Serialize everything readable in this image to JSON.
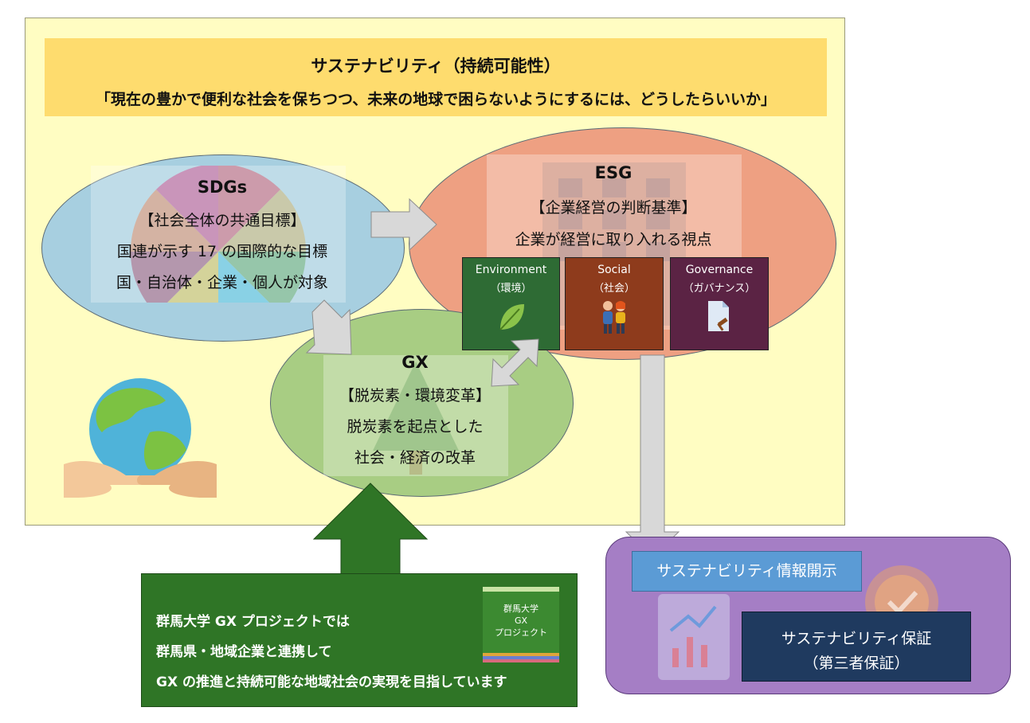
{
  "banner": {
    "title": "サステナビリティ（持続可能性）",
    "subtitle": "「現在の豊かで便利な社会を保ちつつ、未来の地球で困らないようにするには、どうしたらいいか」"
  },
  "sdgs": {
    "title": "SDGs",
    "category": "【社会全体の共通目標】",
    "line1": "国連が示す 17 の国際的な目標",
    "line2": "国・自治体・企業・個人が対象"
  },
  "esg": {
    "title": "ESG",
    "category": "【企業経営の判断基準】",
    "line1": "企業が経営に取り入れる視点",
    "cards": [
      {
        "title": "Environment",
        "sub": "（環境）",
        "color": "#2e6b34",
        "icon": "leaf-icon"
      },
      {
        "title": "Social",
        "sub": "（社会）",
        "color": "#8e3b1c",
        "icon": "people-icon"
      },
      {
        "title": "Governance",
        "sub": "（ガバナンス）",
        "color": "#5b2344",
        "icon": "document-gavel-icon"
      }
    ]
  },
  "gx": {
    "title": "GX",
    "category": "【脱炭素・環境変革】",
    "line1": "脱炭素を起点とした",
    "line2": "社会・経済の改革"
  },
  "gx_project": {
    "line1": "群馬大学 GX プロジェクトでは",
    "line2": "群馬県・地域企業と連携して",
    "line3": "GX の推進と持続可能な地域社会の実現を目指しています",
    "logo_line1": "群馬大学",
    "logo_line2": "GX",
    "logo_line3": "プロジェクト"
  },
  "disclosure": {
    "label": "サステナビリティ情報開示"
  },
  "assurance": {
    "line1": "サステナビリティ保証",
    "line2": "（第三者保証）"
  },
  "colors": {
    "panel": "#fffdc2",
    "banner": "#fedc6e",
    "sdgs": "#a7cfe0",
    "esg": "#eea082",
    "gx": "#a8cd83",
    "gx_project": "#2f7526",
    "purple": "#a57ec5",
    "disclosure": "#5b9bd5",
    "assurance": "#1f3a5f"
  }
}
